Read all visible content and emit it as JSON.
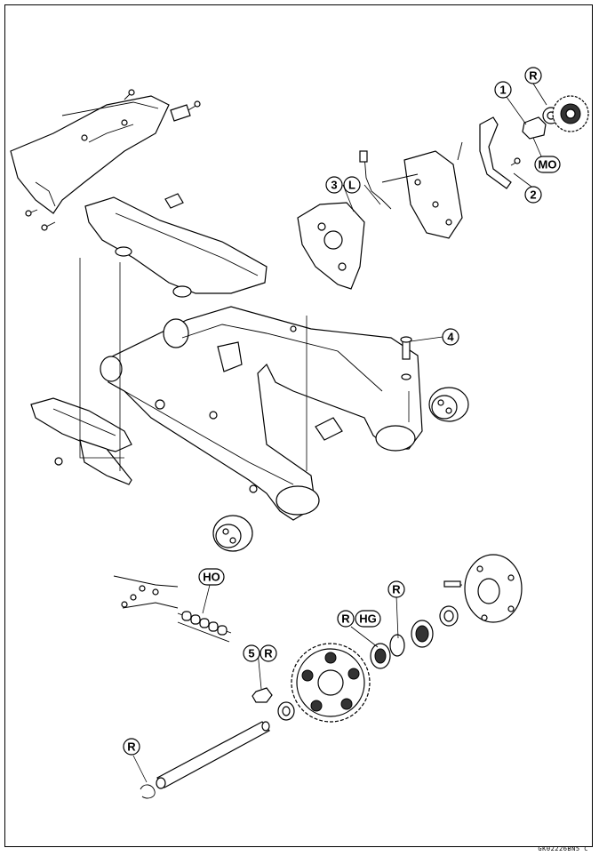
{
  "callouts": {
    "c1": "1",
    "c2": "2",
    "c3": "3",
    "c4": "4",
    "c5": "5",
    "r_top": "R",
    "mo": "MO",
    "l": "L",
    "ho": "HO",
    "r_ring": "R",
    "r_bearing": "R",
    "hg": "HG",
    "r_nut": "R",
    "r_clip": "R"
  },
  "figure_code": "GK02226BN5 C"
}
